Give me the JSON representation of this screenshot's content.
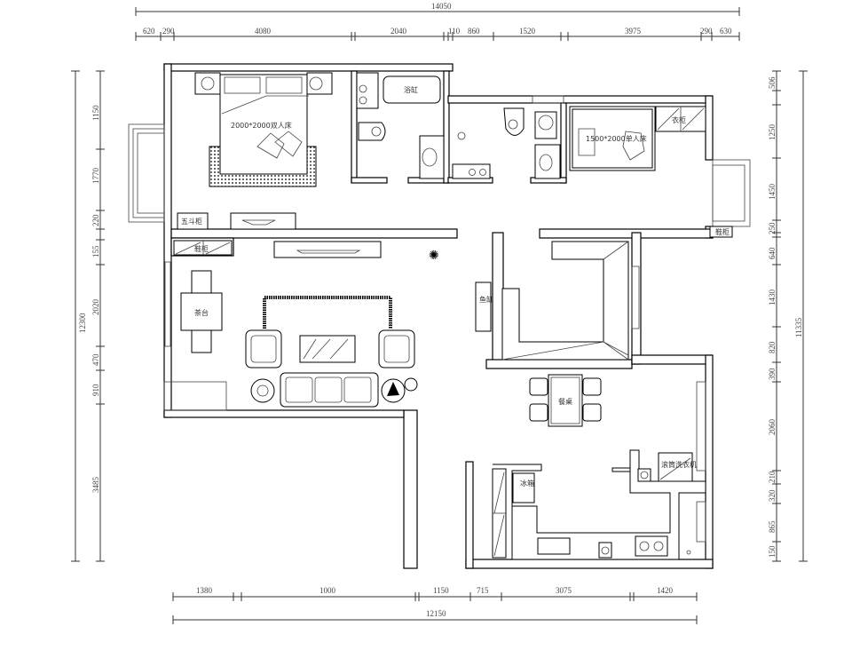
{
  "dimensions": {
    "top_total": "14050",
    "top": [
      "620",
      "290",
      "4080",
      "2040",
      "110",
      "860",
      "1520",
      "3975",
      "290",
      "630"
    ],
    "left_total": "12300",
    "left": [
      "1150",
      "1770",
      "220",
      "155",
      "2020",
      "470",
      "910",
      "3485"
    ],
    "right_total": "11335",
    "right": [
      "506",
      "1250",
      "1450",
      "250",
      "640",
      "1430",
      "820",
      "390",
      "2060",
      "210",
      "320",
      "865",
      "150"
    ],
    "bottom": [
      "1380",
      "1000",
      "1150",
      "715",
      "3075",
      "1420"
    ],
    "bottom_total": "12150"
  },
  "labels": {
    "double_bed": "2000*2000双人床",
    "bathtub": "浴缸",
    "single_bed": "1500*2000单人床",
    "wardrobe": "衣柜",
    "chest": "五斗柜",
    "shoe_cabinet": "鞋柜",
    "tea_table": "茶台",
    "fish_tank": "鱼缸",
    "dining_table": "餐桌",
    "fridge": "冰箱",
    "washer": "滚筒洗衣机",
    "side_cabinet": "鞋柜"
  }
}
